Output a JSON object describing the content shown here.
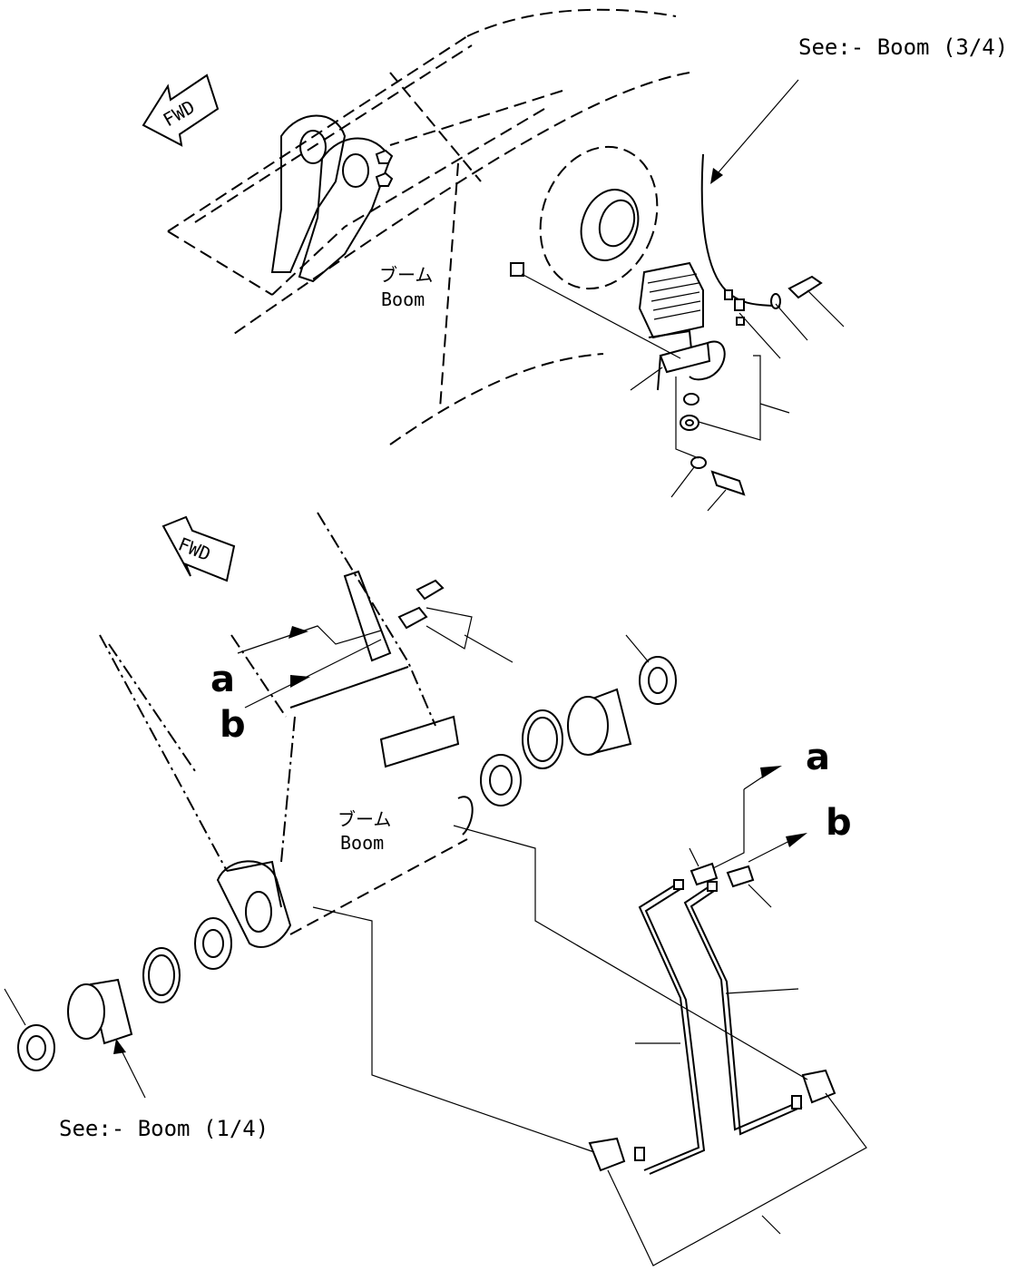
{
  "labels": {
    "see_boom_3": "See:- Boom (3/4)",
    "see_boom_1": "See:- Boom (1/4)",
    "fwd": "FWD",
    "boom_jp": "ブーム",
    "boom_en": "Boom",
    "ref_a": "a",
    "ref_b": "b"
  },
  "icons": [
    "fwd-arrow-icon",
    "work-lamp-icon"
  ]
}
